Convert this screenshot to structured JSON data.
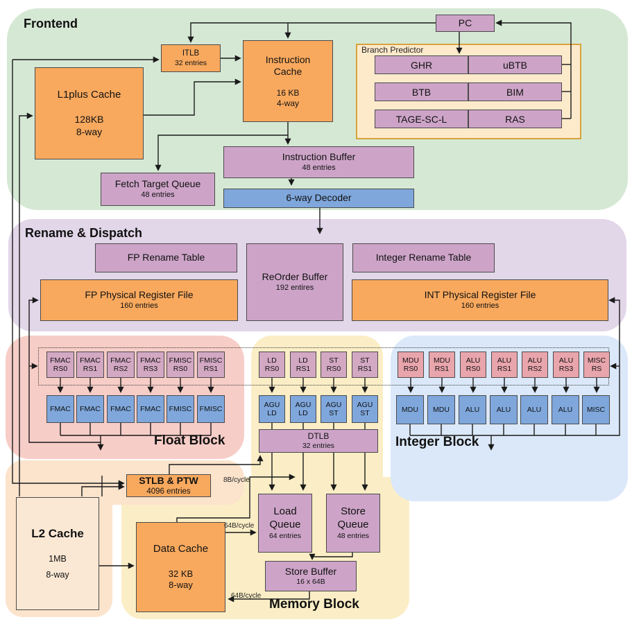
{
  "sections": {
    "frontend": {
      "title": "Frontend"
    },
    "rename": {
      "title": "Rename & Dispatch"
    },
    "float_block": {
      "title": "Float Block"
    },
    "integer_block": {
      "title": "Integer Block"
    },
    "memory_block": {
      "title": "Memory Block"
    },
    "branch_predictor": {
      "title": "Branch Predictor"
    }
  },
  "boxes": {
    "pc": {
      "label": "PC"
    },
    "itlb": {
      "label": "ITLB",
      "sub": "32 entries"
    },
    "icache": {
      "label": "Instruction Cache",
      "sub1": "16 KB",
      "sub2": "4-way"
    },
    "l1plus": {
      "label": "L1plus Cache",
      "sub1": "128KB",
      "sub2": "8-way"
    },
    "ftq": {
      "label": "Fetch Target Queue",
      "sub": "48 entries"
    },
    "ibuf": {
      "label": "Instruction Buffer",
      "sub": "48 entries"
    },
    "decoder": {
      "label": "6-way Decoder"
    },
    "fp_rename": {
      "label": "FP Rename Table"
    },
    "rob": {
      "label": "ReOrder Buffer",
      "sub": "192 entires"
    },
    "int_rename": {
      "label": "Integer Rename Table"
    },
    "fp_prf": {
      "label": "FP Physical Register File",
      "sub": "160 entries"
    },
    "int_prf": {
      "label": "INT Physical Register File",
      "sub": "160 entries"
    },
    "dtlb": {
      "label": "DTLB",
      "sub": "32 entries"
    },
    "stlb": {
      "label": "STLB & PTW",
      "sub": "4096 entries"
    },
    "l2": {
      "label": "L2 Cache",
      "sub1": "1MB",
      "sub2": "8-way"
    },
    "dcache": {
      "label": "Data Cache",
      "sub1": "32 KB",
      "sub2": "8-way"
    },
    "lq": {
      "line1": "Load",
      "line2": "Queue",
      "sub": "64 entries"
    },
    "sq": {
      "line1": "Store",
      "line2": "Queue",
      "sub": "48 entries"
    },
    "sb": {
      "label": "Store Buffer",
      "sub": "16 x 64B"
    }
  },
  "bp": {
    "cells": [
      [
        "GHR",
        "uBTB"
      ],
      [
        "BTB",
        "BIM"
      ],
      [
        "TAGE-SC-L",
        "RAS"
      ]
    ]
  },
  "float": {
    "rs": [
      [
        "FMAC",
        "RS0"
      ],
      [
        "FMAC",
        "RS1"
      ],
      [
        "FMAC",
        "RS2"
      ],
      [
        "FMAC",
        "RS3"
      ],
      [
        "FMISC",
        "RS0"
      ],
      [
        "FMISC",
        "RS1"
      ]
    ],
    "fu": [
      "FMAC",
      "FMAC",
      "FMAC",
      "FMAC",
      "FMISC",
      "FMISC"
    ]
  },
  "mem": {
    "rs": [
      [
        "LD",
        "RS0"
      ],
      [
        "LD",
        "RS1"
      ],
      [
        "ST",
        "RS0"
      ],
      [
        "ST",
        "RS1"
      ]
    ],
    "fu": [
      [
        "AGU",
        "LD"
      ],
      [
        "AGU",
        "LD"
      ],
      [
        "AGU",
        "ST"
      ],
      [
        "AGU",
        "ST"
      ]
    ]
  },
  "integer": {
    "rs": [
      [
        "MDU",
        "RS0"
      ],
      [
        "MDU",
        "RS1"
      ],
      [
        "ALU",
        "RS0"
      ],
      [
        "ALU",
        "RS1"
      ],
      [
        "ALU",
        "RS2"
      ],
      [
        "ALU",
        "RS3"
      ],
      [
        "MISC",
        "RS"
      ]
    ],
    "fu": [
      "MDU",
      "MDU",
      "ALU",
      "ALU",
      "ALU",
      "ALU",
      "MISC"
    ]
  },
  "labels": {
    "bw_8b": "8B/cycle",
    "bw_64b_load": "64B/cycle",
    "bw_64b_store": "64B/cycle"
  },
  "colors": {
    "container_green": "#d5e8d4",
    "container_purple": "#e2d6e9",
    "container_pink": "#f7cdc7",
    "container_yellow": "#fbeec6",
    "container_peach": "#fbe3cc",
    "container_blue": "#dbe8f9",
    "bp_fill": "#fdeacb",
    "bp_border": "#d8a33c",
    "box_orange": "#f8a95e",
    "box_purple": "#cda4c8",
    "box_mauve": "#d3a8c3",
    "box_pink": "#e9a5ac",
    "box_blue": "#7fa7dc"
  }
}
